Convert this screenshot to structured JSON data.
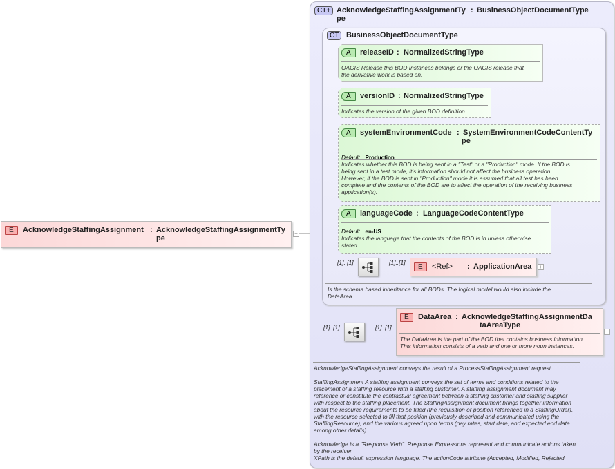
{
  "root": {
    "badge": "E",
    "name": "AcknowledgeStaffingAssignment",
    "sep": ":",
    "type_line1": "AcknowledgeStaffingAssignmentTy",
    "type_line2": "pe",
    "toggle": "−"
  },
  "complex_type": {
    "badge": "CT+",
    "name_line1": "AcknowledgeStaffingAssignmentTy",
    "name_line2": "pe",
    "sep": ":",
    "base": "BusinessObjectDocumentType",
    "description": [
      "AcknowledgeStaffingAssignment conveys the result of a ProcessStaffingAssignment request.",
      "",
      "StaffingAssignment  A staffing assignment conveys the set of terms and conditions related to the",
      "placement of a staffing resource with a staffing customer. A staffing assignment document may",
      "reference or constitute the contractual agreement between a staffing customer and staffing supplier",
      "with respect to the staffing placement. The StaffingAssignment document brings together information",
      "about the resource requirements to be filled (the requisition or position referenced in a StaffingOrder),",
      "with the resource selected to fill that position (previously described and communicated using the",
      "StaffingResource), and the various agreed upon terms (pay rates, start date, and expected end date",
      "among other details).",
      "",
      "Acknowledge is a \"Response Verb\". Response Expressions represent and communicate actions taken",
      "by the receiver.",
      "XPath is the default expression language. The actionCode attribute (Accepted, Modified, Rejected"
    ]
  },
  "base_type": {
    "badge": "CT",
    "name": "BusinessObjectDocumentType",
    "description": [
      "Is the schema based inheritance for all BODs. The logical model would also include the",
      "DataArea."
    ],
    "attributes": [
      {
        "badge": "A",
        "name": "releaseID",
        "sep": ":",
        "type": "NormalizedStringType",
        "description": [
          "OAGIS Release this BOD Instances belongs or the OAGIS release that",
          "the derivative work is based on."
        ]
      },
      {
        "badge": "A",
        "name": "versionID",
        "sep": ":",
        "type": "NormalizedStringType",
        "description": [
          "Indicates the version of the given BOD definition."
        ]
      },
      {
        "badge": "A",
        "name": "systemEnvironmentCode",
        "sep": ":",
        "type": "SystemEnvironmentCodeContentTy",
        "type2": "pe",
        "default_label": "Default",
        "default": "Production",
        "description": [
          "Indicates whether this BOD is being sent in a \"Test\" or a \"Production\" mode. If the BOD is",
          "being sent in a test mode, it's information should not affect the business operation.",
          "However, if the BOD is sent in \"Production\" mode it is assumed that all test has been",
          "complete and the contents of the BOD are to affect the operation of the receiving business",
          "application(s)."
        ]
      },
      {
        "badge": "A",
        "name": "languageCode",
        "sep": ":",
        "type": "LanguageCodeContentType",
        "default_label": "Default",
        "default": "en-US",
        "description": [
          "Indicates the language that the contents of the BOD is in unless otherwise",
          "stated."
        ]
      }
    ],
    "sequence": {
      "card_in": "[1]..[1]",
      "card_out": "[1]..[1]",
      "element": {
        "badge": "E",
        "name": "<Ref>",
        "sep": ":",
        "type": "ApplicationArea",
        "toggle": "+"
      }
    }
  },
  "data_area": {
    "card_in": "[1]..[1]",
    "card_out": "[1]..[1]",
    "badge": "E",
    "name": "DataArea",
    "sep": ":",
    "type_line1": "AcknowledgeStaffingAssignmentDa",
    "type_line2": "taAreaType",
    "toggle": "+",
    "description": [
      "The DataArea is the part of the BOD that contains business information.",
      "This information consists of a verb and one or more noun instances."
    ]
  }
}
